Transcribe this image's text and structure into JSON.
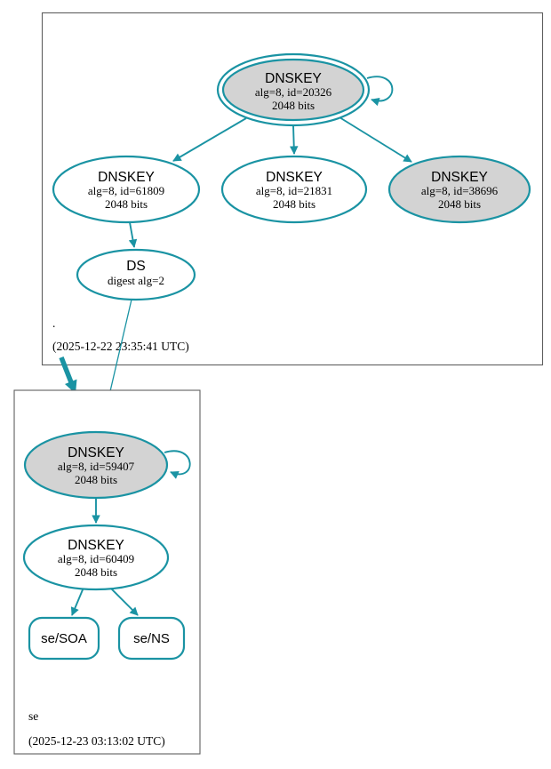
{
  "colors": {
    "edge_teal": "#1a93a3",
    "ksk_fill": "#d3d3d3",
    "node_fill": "#ffffff",
    "zone_box_border": "#5f5f5f",
    "text": "#000000"
  },
  "zones": [
    {
      "name": ".",
      "timestamp": "(2025-12-22 23:35:41 UTC)",
      "nodes": [
        {
          "id": "20326",
          "type": "dnskey-ksk-trust-anchor",
          "title": "DNSKEY",
          "detail1": "alg=8, id=20326",
          "detail2": "2048 bits"
        },
        {
          "id": "61809",
          "type": "dnskey",
          "title": "DNSKEY",
          "detail1": "alg=8, id=61809",
          "detail2": "2048 bits"
        },
        {
          "id": "21831",
          "type": "dnskey",
          "title": "DNSKEY",
          "detail1": "alg=8, id=21831",
          "detail2": "2048 bits"
        },
        {
          "id": "38696",
          "type": "dnskey",
          "title": "DNSKEY",
          "detail1": "alg=8, id=38696",
          "detail2": "2048 bits"
        },
        {
          "id": "ds",
          "type": "ds",
          "title": "DS",
          "detail1": "digest alg=2"
        }
      ]
    },
    {
      "name": "se",
      "timestamp": "(2025-12-23 03:13:02 UTC)",
      "nodes": [
        {
          "id": "59407",
          "type": "dnskey-ksk",
          "title": "DNSKEY",
          "detail1": "alg=8, id=59407",
          "detail2": "2048 bits"
        },
        {
          "id": "60409",
          "type": "dnskey",
          "title": "DNSKEY",
          "detail1": "alg=8, id=60409",
          "detail2": "2048 bits"
        },
        {
          "id": "se-soa",
          "type": "rrset",
          "title": "se/SOA"
        },
        {
          "id": "se-ns",
          "type": "rrset",
          "title": "se/NS"
        }
      ]
    }
  ]
}
